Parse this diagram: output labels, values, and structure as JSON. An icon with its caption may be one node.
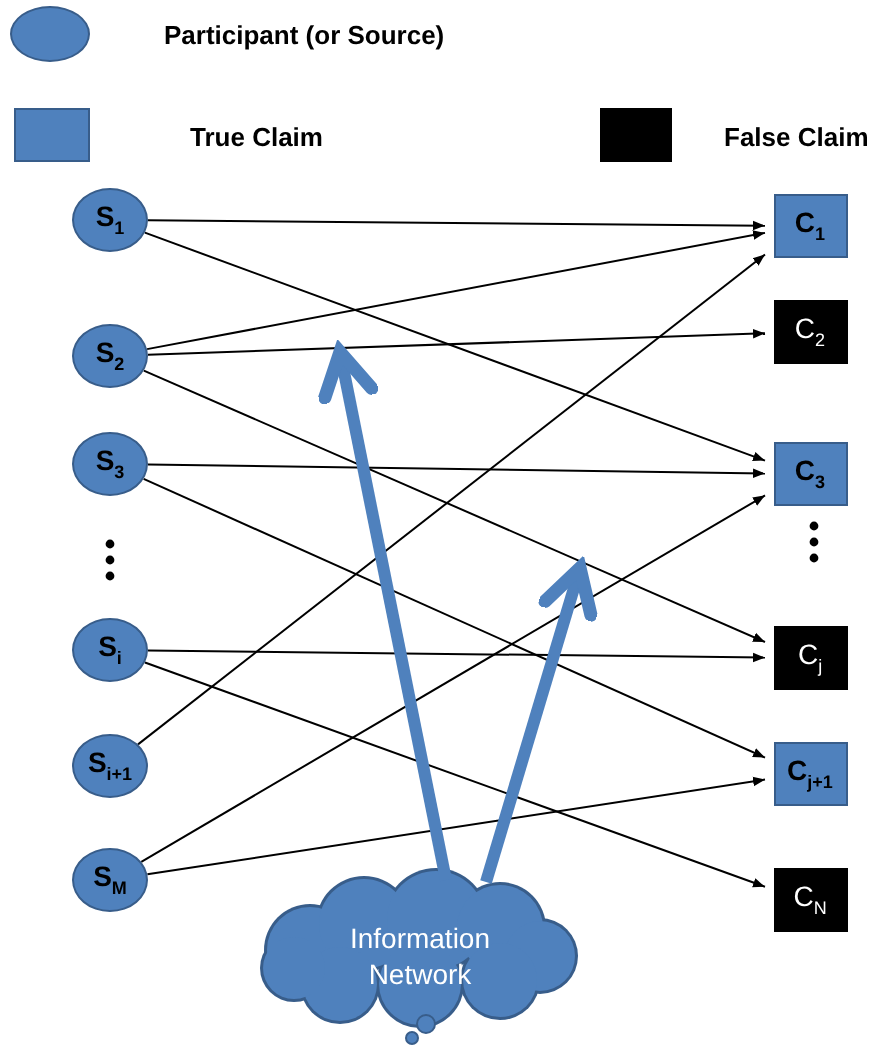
{
  "diagram": {
    "nodes": [
      {
        "text": [
          "S$_{1}$"
        ]
      },
      {
        "text": [
          "S$_{2}$"
        ]
      },
      {
        "text": [
          "S$_{3}$"
        ]
      },
      {
        "text": [
          "S$_{i}$"
        ]
      },
      {
        "text": [
          "S$_{i+1}$"
        ]
      },
      {
        "text": [
          "S$_{M}$"
        ]
      },
      {
        "text": [
          "C$_{1}$"
        ]
      },
      {
        "text": [
          "C$_{2}$"
        ]
      },
      {
        "text": [
          "C$_{3}$"
        ]
      },
      {
        "text": [
          "C$_{j}$"
        ]
      },
      {
        "text": [
          "C$_{j+1}$"
        ]
      },
      {
        "text": [
          "C$_{N}$"
        ]
      },
      {
        "text": [
          "Information Network"
        ]
      }
    ],
    "edges": [
      {
        "from": 0,
        "to": 6,
        "arrow": "to"
      },
      {
        "from": 0,
        "to": 8,
        "arrow": "to"
      },
      {
        "from": 1,
        "to": 6,
        "arrow": "to"
      },
      {
        "from": 1,
        "to": 7,
        "arrow": "to"
      },
      {
        "from": 1,
        "to": 9,
        "arrow": "to"
      },
      {
        "from": 2,
        "to": 8,
        "arrow": "to"
      },
      {
        "from": 2,
        "to": 10,
        "arrow": "to"
      },
      {
        "from": 3,
        "to": 9,
        "arrow": "to"
      },
      {
        "from": 3,
        "to": 11,
        "arrow": "to"
      },
      {
        "from": 4,
        "to": 6,
        "arrow": "to"
      },
      {
        "from": 5,
        "to": 8,
        "arrow": "to"
      },
      {
        "from": 5,
        "to": 10,
        "arrow": "to"
      },
      {
        "from": 12,
        "to": null,
        "arrow": "to",
        "style": "thick",
        "color": "#4f81bd"
      },
      {
        "from": 12,
        "to": null,
        "arrow": "to",
        "style": "thick",
        "color": "#4f81bd"
      }
    ],
    "legend": [
      {
        "text": "Participant (or Source)",
        "color": "#4f81bd"
      },
      {
        "text": "True Claim",
        "color": "#4f81bd"
      },
      {
        "text": "False Claim",
        "color": "#000000"
      }
    ]
  }
}
